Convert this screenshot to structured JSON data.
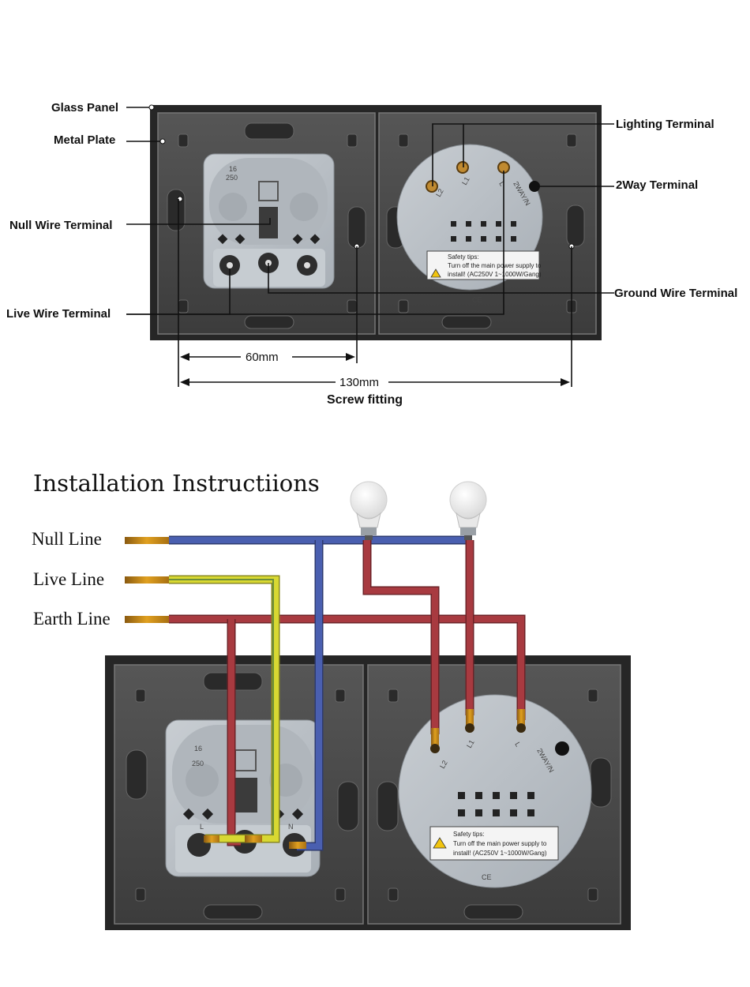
{
  "diagram1": {
    "labels": {
      "glass_panel": "Glass Panel",
      "metal_plate": "Metal Plate",
      "null_wire_terminal": "Null Wire Terminal",
      "live_wire_terminal": "Live Wire Terminal",
      "lighting_terminal": "Lighting Terminal",
      "two_way_terminal": "2Way Terminal",
      "ground_wire_terminal": "Ground Wire Terminal"
    },
    "dimensions": {
      "small": "60mm",
      "large": "130mm",
      "caption": "Screw fitting"
    }
  },
  "diagram2": {
    "title": "Installation Instructiions",
    "lines": {
      "null": "Null Line",
      "live": "Live Line",
      "earth": "Earth Line"
    }
  },
  "socket": {
    "rating_top": "16",
    "rating_bottom": "250",
    "terminal_left": "L",
    "terminal_right": "N"
  },
  "switch": {
    "terminals": [
      "L2",
      "L1",
      "L",
      "2WAY/N"
    ],
    "safety_title": "Safety tips:",
    "safety_line1": "Turn off the main power supply to",
    "safety_line2": "install! (AC250V  1~1000W/Gang)",
    "ce_mark": "CE"
  },
  "colors": {
    "frame": "#2b2b2b",
    "plate": "#4a4a4a",
    "module": "#b8bec4",
    "null_wire": "#4a5fb0",
    "live_wire_yellow": "#d8d832",
    "live_wire_green": "#6c8f3a",
    "earth_wire": "#a83a40"
  }
}
